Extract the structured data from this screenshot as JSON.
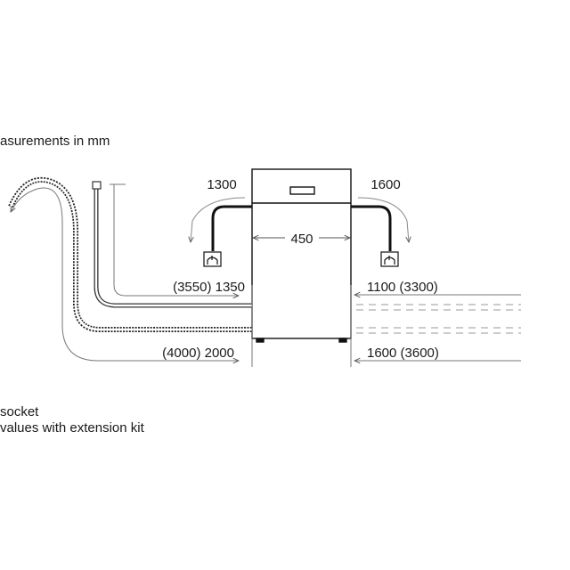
{
  "texts": {
    "heading": "asurements in mm",
    "dim_1300": "1300",
    "dim_1600_top": "1600",
    "dim_450": "450",
    "dim_left_supply": "(3550) 1350",
    "dim_right_supply": "1100 (3300)",
    "dim_left_drain": "(4000) 2000",
    "dim_right_drain": "1600 (3600)",
    "legend_socket": "socket",
    "legend_extension": "values with extension kit"
  },
  "colors": {
    "line": "#111111",
    "dim_line": "#777777",
    "dashed": "#999999",
    "hose": "#222222"
  }
}
